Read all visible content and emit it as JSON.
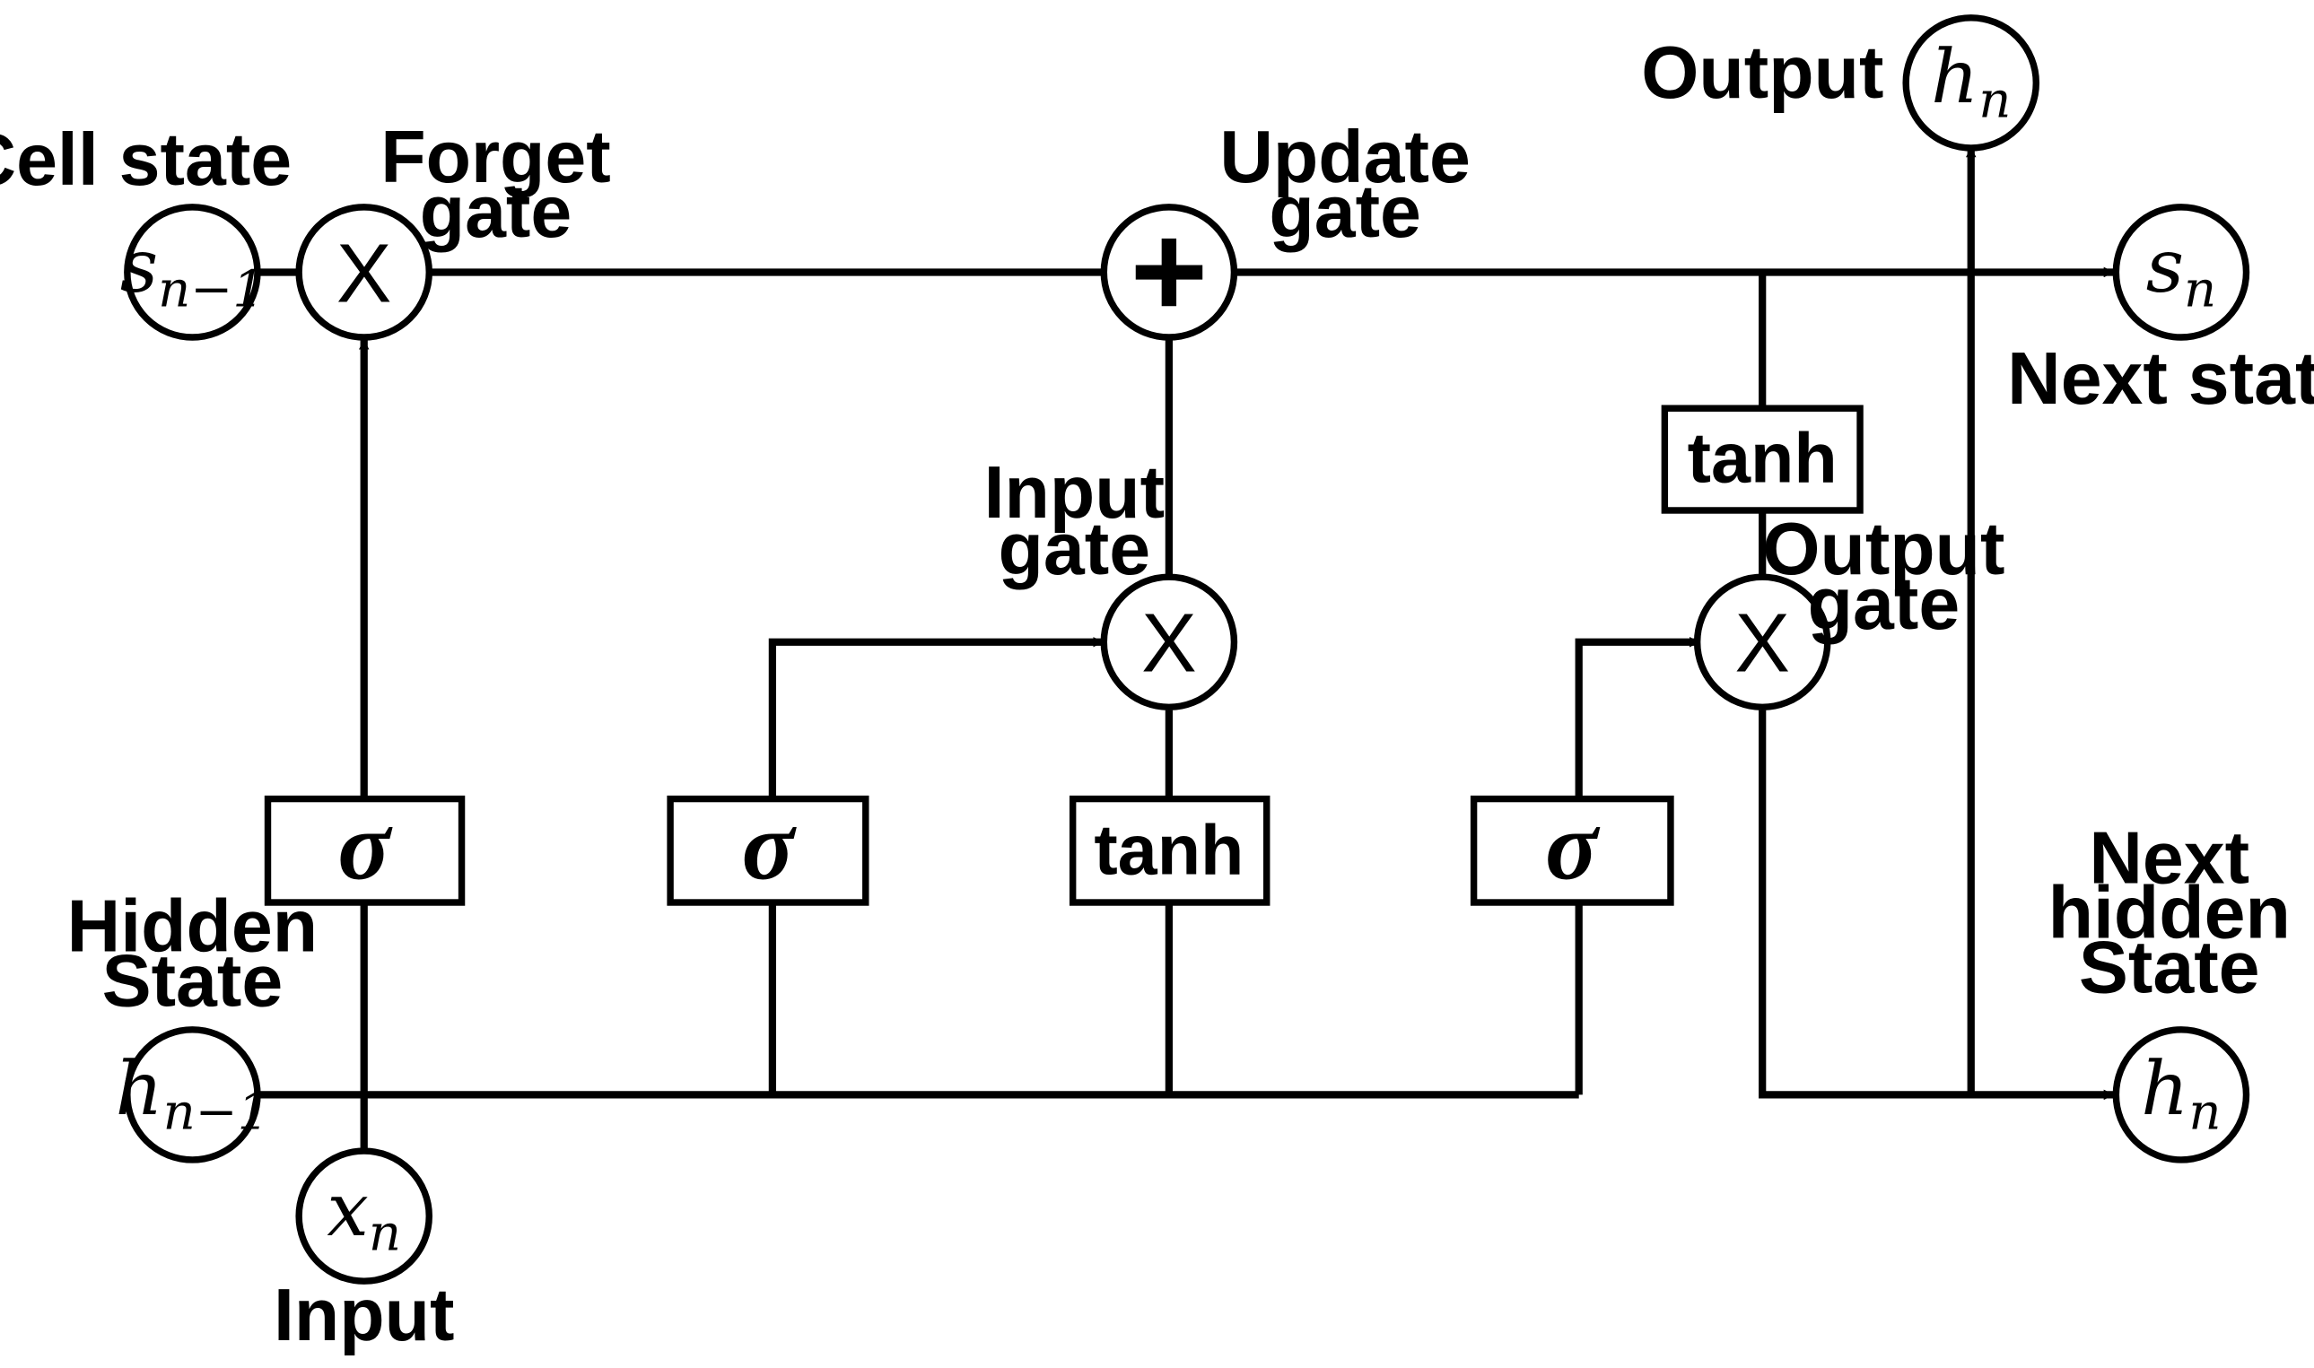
{
  "labels": {
    "cell_state": "Cell state",
    "forget_gate": [
      "Forget",
      "gate"
    ],
    "update_gate": [
      "Update",
      "gate"
    ],
    "input_gate": [
      "Input",
      "gate"
    ],
    "output_gate": [
      "Output",
      "gate"
    ],
    "output": "Output",
    "next_state": "Next state",
    "hidden_state": [
      "Hidden",
      "State"
    ],
    "next_hidden_state": [
      "Next",
      "hidden",
      "State"
    ],
    "input": "Input"
  },
  "nodes": {
    "s_prev": {
      "base": "s",
      "sub": "n−1"
    },
    "s_next": {
      "base": "s",
      "sub": "n"
    },
    "h_prev": {
      "base": "h",
      "sub": "n−1"
    },
    "h_next": {
      "base": "h",
      "sub": "n"
    },
    "h_out": {
      "base": "h",
      "sub": "n"
    },
    "x_in": {
      "base": "x",
      "sub": "n"
    }
  },
  "operators": {
    "multiply": "X",
    "add": "+"
  },
  "activations": {
    "sigma": "σ",
    "tanh": "tanh"
  }
}
